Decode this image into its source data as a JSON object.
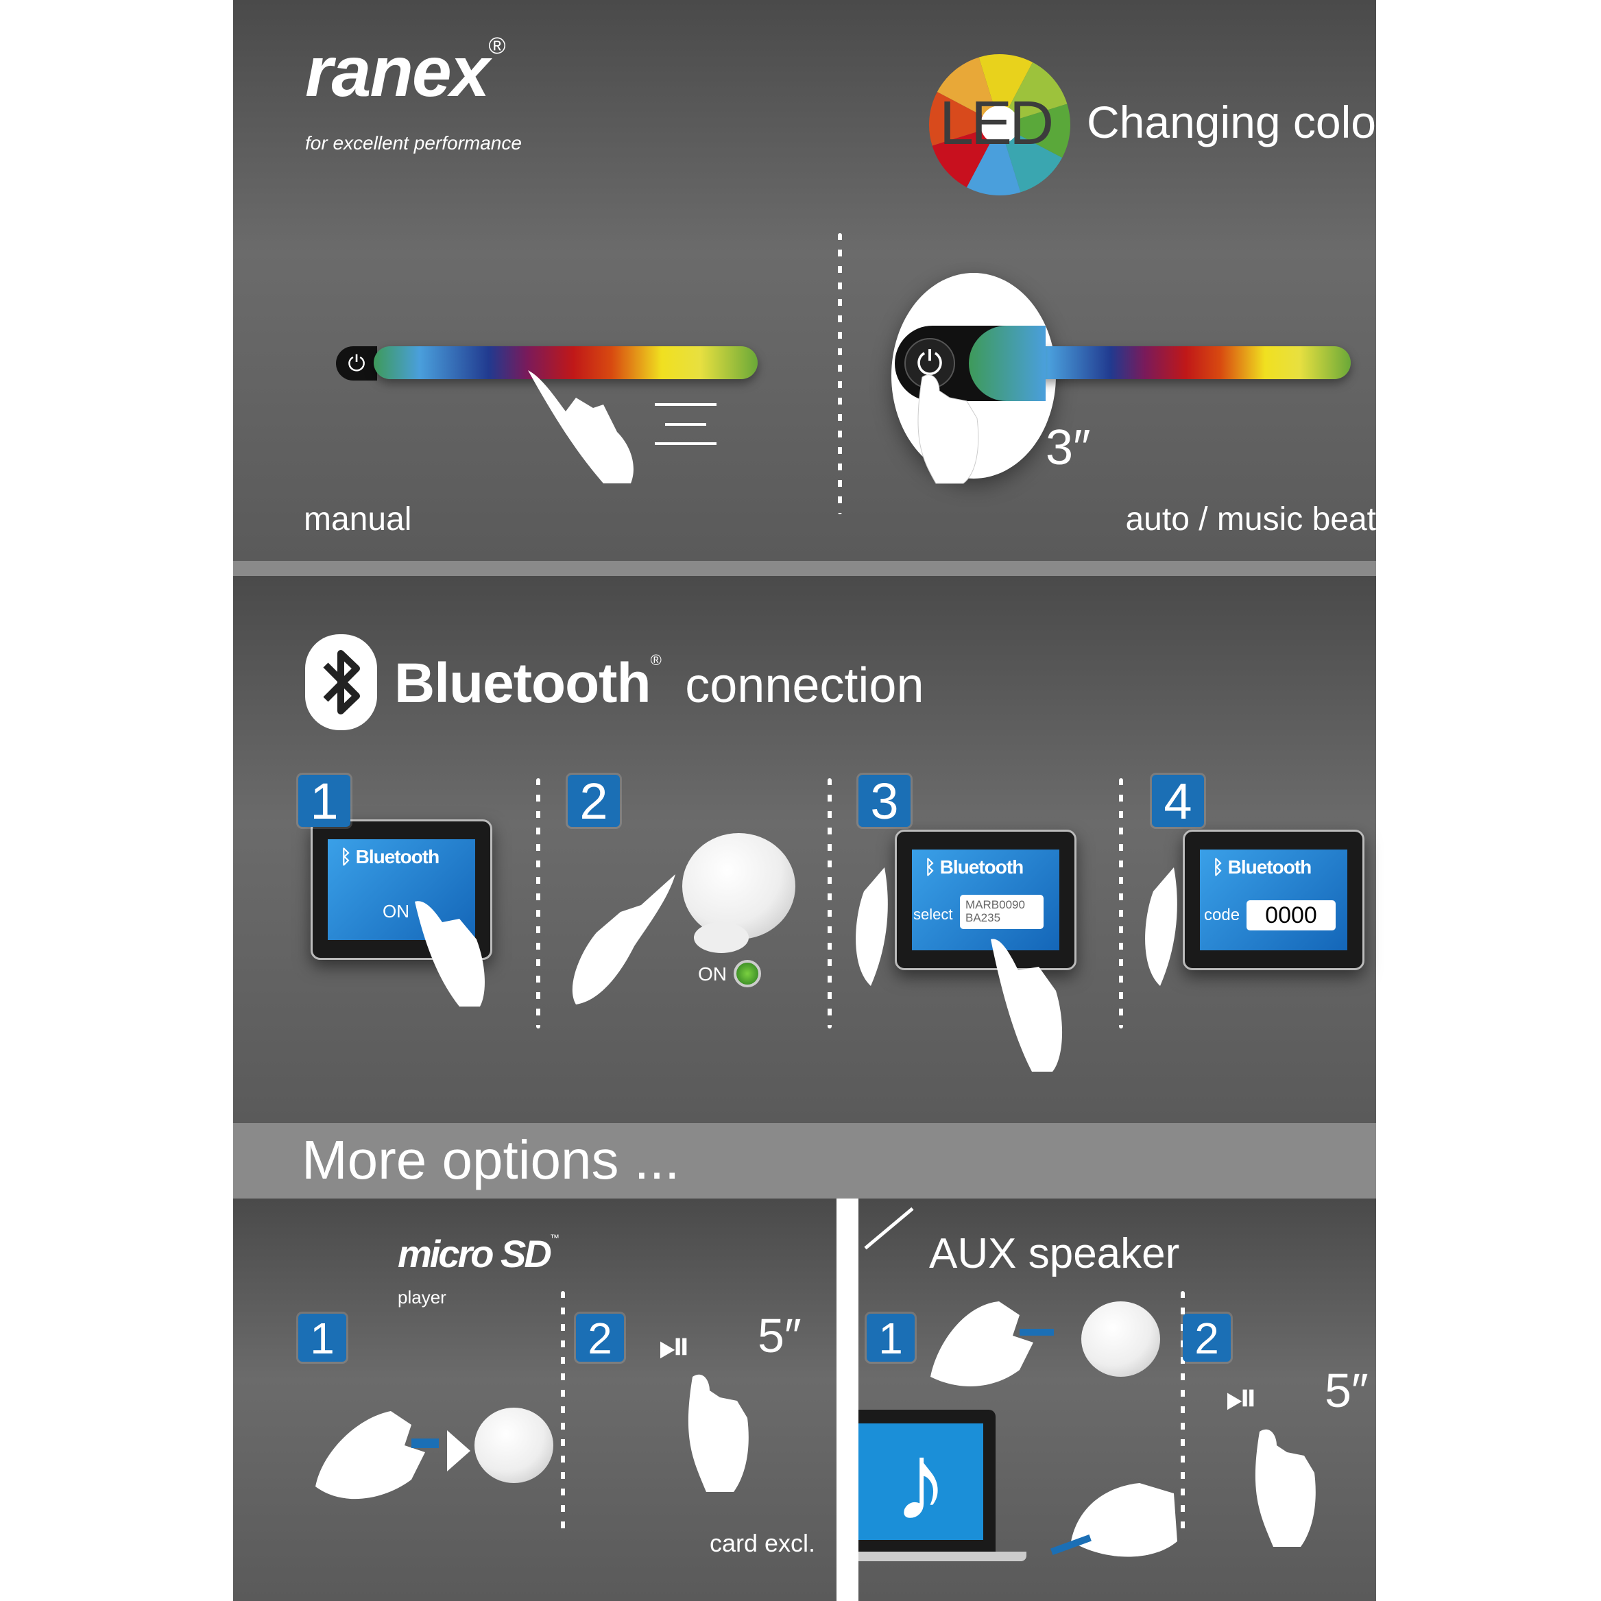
{
  "brand": {
    "name": "ranex",
    "registered": "®",
    "tagline": "for excellent performance"
  },
  "led": {
    "badge": "LED",
    "title": "Changing color",
    "colors": [
      "#e8d21c",
      "#9dc23c",
      "#5aa83a",
      "#3aa6b0",
      "#4a9fdc",
      "#c8101e",
      "#d84a1c",
      "#e8a838"
    ]
  },
  "modes": {
    "manual_label": "manual",
    "auto_label": "auto / music beat",
    "hold_time": "3″"
  },
  "bluetooth": {
    "word": "Bluetooth",
    "registered": "®",
    "title": "connection",
    "steps": [
      {
        "number": "1",
        "screen_brand": "Bluetooth",
        "screen_text": "ON"
      },
      {
        "number": "2",
        "device_status": "ON"
      },
      {
        "number": "3",
        "screen_brand": "Bluetooth",
        "select_label": "select",
        "device_name": "MARB0090 BA235"
      },
      {
        "number": "4",
        "screen_brand": "Bluetooth",
        "code_label": "code",
        "code_value": "0000"
      }
    ]
  },
  "more_options": {
    "title": "More options ...",
    "microsd": {
      "logo_text": "micro SD",
      "logo_sub": "player",
      "trademark": "™",
      "steps": [
        "1",
        "2"
      ],
      "hold_time": "5″",
      "note": "card excl."
    },
    "aux": {
      "title": "AUX speaker",
      "steps": [
        "1",
        "2"
      ],
      "hold_time": "5″"
    }
  },
  "colors": {
    "accent": "#1b6fb5",
    "panel": "#5a5a5a",
    "band": "#8a8a8a"
  }
}
